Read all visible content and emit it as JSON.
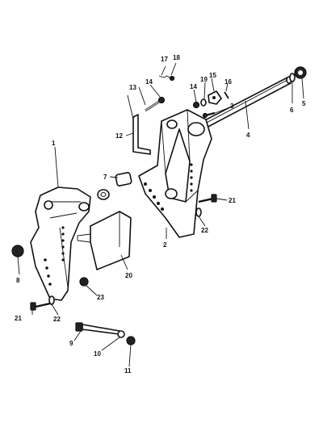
{
  "callouts": [
    {
      "id": "c1",
      "text": "1"
    },
    {
      "id": "c2",
      "text": "2"
    },
    {
      "id": "c3",
      "text": "3"
    },
    {
      "id": "c4",
      "text": "4"
    },
    {
      "id": "c5",
      "text": "5"
    },
    {
      "id": "c6",
      "text": "6"
    },
    {
      "id": "c7",
      "text": "7"
    },
    {
      "id": "c8",
      "text": "8"
    },
    {
      "id": "c9",
      "text": "9"
    },
    {
      "id": "c10",
      "text": "10"
    },
    {
      "id": "c11",
      "text": "11"
    },
    {
      "id": "c12",
      "text": "12"
    },
    {
      "id": "c13",
      "text": "13"
    },
    {
      "id": "c14a",
      "text": "14"
    },
    {
      "id": "c14b",
      "text": "14"
    },
    {
      "id": "c15",
      "text": "15"
    },
    {
      "id": "c16",
      "text": "16"
    },
    {
      "id": "c17",
      "text": "17"
    },
    {
      "id": "c18",
      "text": "18"
    },
    {
      "id": "c19",
      "text": "19"
    },
    {
      "id": "c20",
      "text": "20"
    },
    {
      "id": "c21a",
      "text": "21"
    },
    {
      "id": "c21b",
      "text": "21"
    },
    {
      "id": "c22a",
      "text": "22"
    },
    {
      "id": "c22b",
      "text": "22"
    },
    {
      "id": "c23",
      "text": "23"
    }
  ]
}
